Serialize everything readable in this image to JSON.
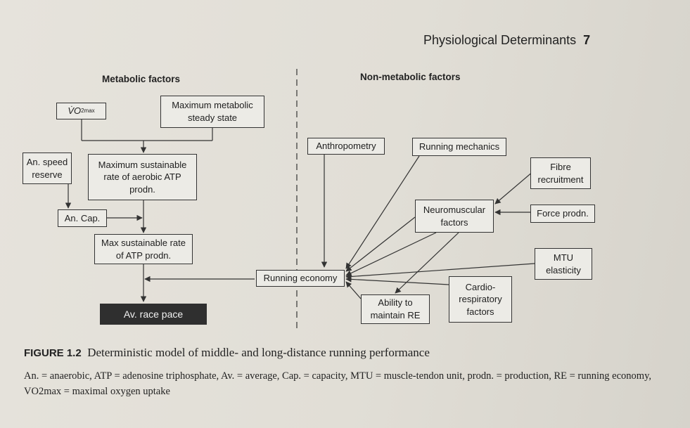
{
  "header": {
    "title": "Physiological Determinants",
    "page_number": "7"
  },
  "sections": {
    "metabolic": "Metabolic factors",
    "non_metabolic": "Non-metabolic factors"
  },
  "nodes": {
    "vo2max": "VO2max",
    "max_metabolic_steady_state": "Maximum metabolic\nsteady state",
    "an_speed_reserve": "An. speed\nreserve",
    "max_sustainable_aerobic": "Maximum sustainable\nrate of aerobic ATP\nprodn.",
    "an_cap": "An. Cap.",
    "max_sustainable_atp": "Max sustainable rate\nof ATP prodn.",
    "av_race_pace": "Av. race pace",
    "anthropometry": "Anthropometry",
    "running_mechanics": "Running mechanics",
    "fibre_recruitment": "Fibre\nrecruitment",
    "neuromuscular_factors": "Neuromuscular\nfactors",
    "force_prod": "Force prodn.",
    "mtu_elasticity": "MTU\nelasticity",
    "running_economy": "Running economy",
    "cardio_respiratory": "Cardio-\nrespiratory\nfactors",
    "ability_to_maintain_re": "Ability to\nmaintain RE"
  },
  "caption": {
    "label": "FIGURE 1.2",
    "title": "Deterministic model of middle- and long-distance running performance",
    "note": "An. = anaerobic, ATP = adenosine triphosphate, Av. = average, Cap. = capacity, MTU = muscle-tendon unit, prodn. = production, RE = running economy, VO2max = maximal oxygen uptake"
  },
  "colors": {
    "line": "#333333",
    "box_fill": "#ecebe6",
    "dark_box": "#2f2f2f"
  }
}
